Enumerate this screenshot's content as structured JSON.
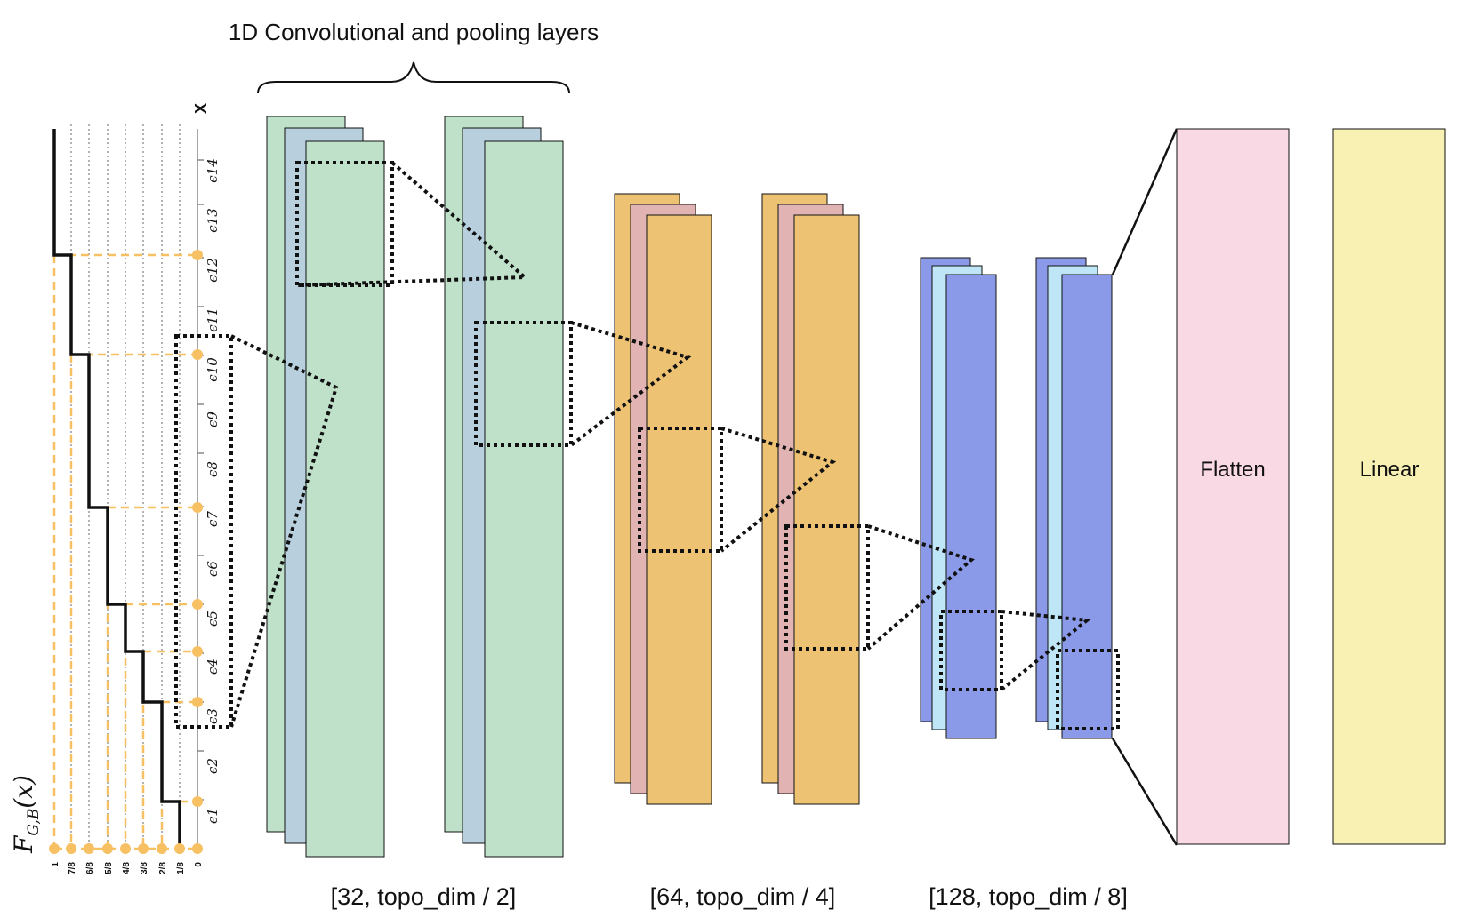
{
  "title": "1D Convolutional and pooling layers",
  "x_axis_label": "X",
  "y_axis_label": "F_{G,B}(x)",
  "epsilon_labels": [
    "ϵ1",
    "ϵ2",
    "ϵ3",
    "ϵ4",
    "ϵ5",
    "ϵ6",
    "ϵ7",
    "ϵ8",
    "ϵ9",
    "ϵ10",
    "ϵ11",
    "ϵ12",
    "ϵ13",
    "ϵ14"
  ],
  "fraction_labels": [
    "1",
    "7/8",
    "6/8",
    "5/8",
    "4/8",
    "3/8",
    "2/8",
    "1/8",
    "0"
  ],
  "dimension_labels": [
    "[32, topo_dim / 2]",
    "[64, topo_dim / 4]",
    "[128, topo_dim / 8]"
  ],
  "flatten_label": "Flatten",
  "linear_label": "Linear",
  "colors": {
    "green": "#bfe1ca",
    "steel_blue": "#b8d0de",
    "orange": "#edc273",
    "rose": "#e1b4b3",
    "periwinkle": "#8b9ae8",
    "light_blue": "#bfe6f7",
    "pink": "#f8d9e4",
    "yellow": "#f8f1b3",
    "dashed_orange": "#f7c062"
  }
}
